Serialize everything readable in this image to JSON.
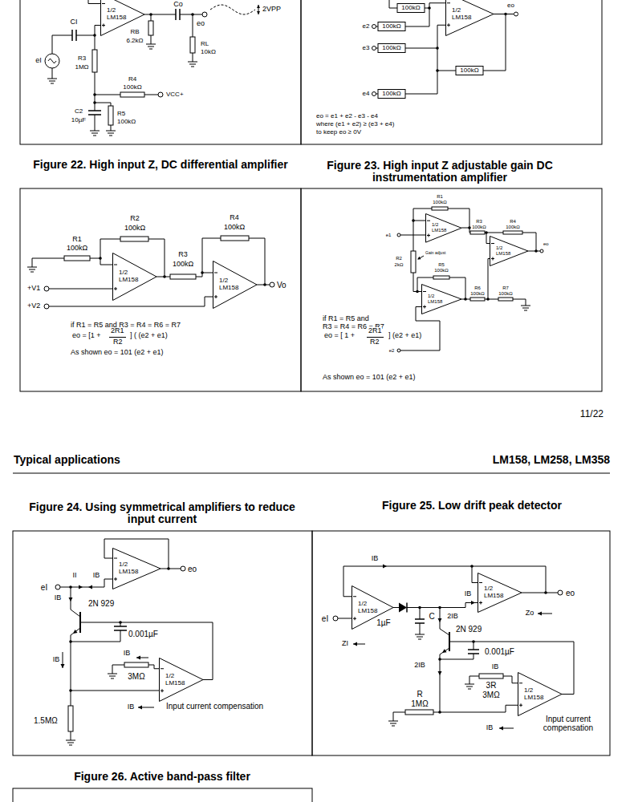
{
  "diagram": {
    "nodes": [
      {
        "text": [
          "1/2 LM158"
        ]
      },
      {
        "text": [
          "1/2 LM158"
        ]
      },
      {
        "text": [
          "1/2 LM158"
        ]
      },
      {
        "text": [
          "1/2 LM158"
        ]
      },
      {
        "text": [
          "1/2 LM158"
        ]
      },
      {
        "text": [
          "1/2 LM158"
        ]
      },
      {
        "text": [
          "1/2 LM158"
        ]
      },
      {
        "text": [
          "1/2 LM158"
        ]
      },
      {
        "text": [
          "1/2 LM158"
        ]
      },
      {
        "text": [
          "1/2 LM158"
        ]
      },
      {
        "text": [
          "1/2 LM158"
        ]
      },
      {
        "text": [
          "1/2 LM158"
        ]
      }
    ],
    "labels": [
      "CI",
      "eI",
      "R3",
      "1MΩ",
      "RB",
      "6.2kΩ",
      "Co",
      "eo",
      "2VPP",
      "RL",
      "10kΩ",
      "R4",
      "100kΩ",
      "VCC+",
      "C2",
      "10µF",
      "R5",
      "100kΩ",
      "100kΩ",
      "e2",
      "100kΩ",
      "e3",
      "100kΩ",
      "100kΩ",
      "e4",
      "100kΩ",
      "eo",
      "eo = e1 + e2 - e3 - e4",
      "where (e1 + e2) ≥ (e3 + e4)",
      "to keep eo ≥ 0V",
      "Figure 22. High input Z, DC differential amplifier",
      "Figure 23. High input Z adjustable gain DC instrumentation amplifier",
      "R1",
      "100kΩ",
      "R2",
      "100kΩ",
      "R3",
      "100kΩ",
      "R4",
      "100kΩ",
      "+V1",
      "+V2",
      "Vo",
      "if R1 = R5 and R3 = R4 = R6 = R7",
      "eo = [1 +",
      "2R1",
      "] ( (e2 + e1)",
      "R2",
      "As shown eo = 101 (e2 + e1)",
      "R1",
      "100kΩ",
      "e1",
      "R3",
      "100kΩ",
      "R4",
      "100kΩ",
      "eo",
      "R2",
      "2kΩ",
      "Gain adjust",
      "R5",
      "100kΩ",
      "R6",
      "100kΩ",
      "R7",
      "100kΩ",
      "e2",
      "if R1 = R5 and",
      "R3 = R4 = R6 = R7",
      "eo = [ 1 +",
      "2R1",
      "] (e2 + e1)",
      "R2",
      "As shown eo = 101 (e2 + e1)",
      "11/22",
      "Typical applications",
      "LM158, LM258, LM358",
      "Figure 24. Using symmetrical amplifiers to reduce input current",
      "Figure 25. Low drift peak detector",
      "eI",
      "II",
      "IB",
      "IB",
      "2N 929",
      "eo",
      "0.001µF",
      "IB",
      "IB",
      "3MΩ",
      "Input current compensation",
      "IB",
      "1.5MΩ",
      "IB",
      "eI",
      "ZI",
      "1µF",
      "C",
      "IB",
      "eo",
      "Zo",
      "2IB",
      "2N 929",
      "0.001µF",
      "2IB",
      "IB",
      "3R",
      "3MΩ",
      "R",
      "1MΩ",
      "Input current compensation",
      "IB",
      "Figure 26. Active band-pass filter"
    ]
  }
}
